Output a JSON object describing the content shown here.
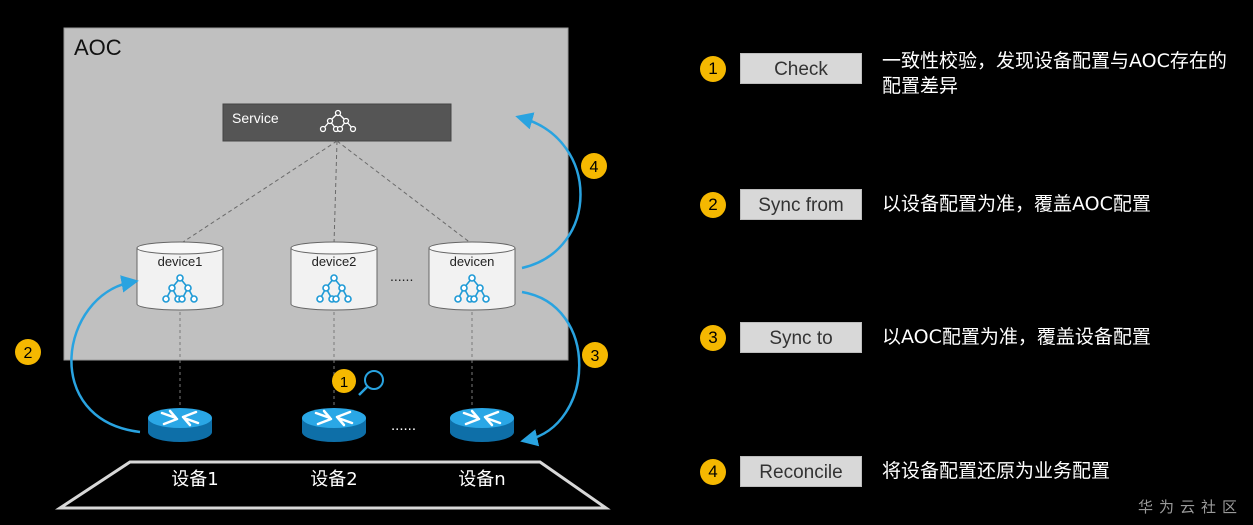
{
  "aoc": {
    "title": "AOC"
  },
  "service": {
    "label": "Service"
  },
  "devices": [
    {
      "label": "device1"
    },
    {
      "label": "device2"
    },
    {
      "label": "devicen"
    }
  ],
  "device_ellipsis": "......",
  "routers": [
    {
      "label": "设备1"
    },
    {
      "label": "设备2"
    },
    {
      "label": "设备n"
    }
  ],
  "router_ellipsis": "......",
  "diagram_badges": [
    "1",
    "2",
    "3",
    "4"
  ],
  "legend": [
    {
      "num": "1",
      "op": "Check",
      "desc": "一致性校验，发现设备配置与AOC存在的配置差异"
    },
    {
      "num": "2",
      "op": "Sync from",
      "desc": "以设备配置为准，覆盖AOC配置"
    },
    {
      "num": "3",
      "op": "Sync to",
      "desc": "以AOC配置为准，覆盖设备配置"
    },
    {
      "num": "4",
      "op": "Reconcile",
      "desc": "将设备配置还原为业务配置"
    }
  ],
  "watermark": "华为云社区",
  "colors": {
    "badge": "#f5b800",
    "arrow": "#29a3e0",
    "tree": "#1e9ad6",
    "aoc_bg": "#c0c0c0",
    "service_bg": "#555555"
  }
}
